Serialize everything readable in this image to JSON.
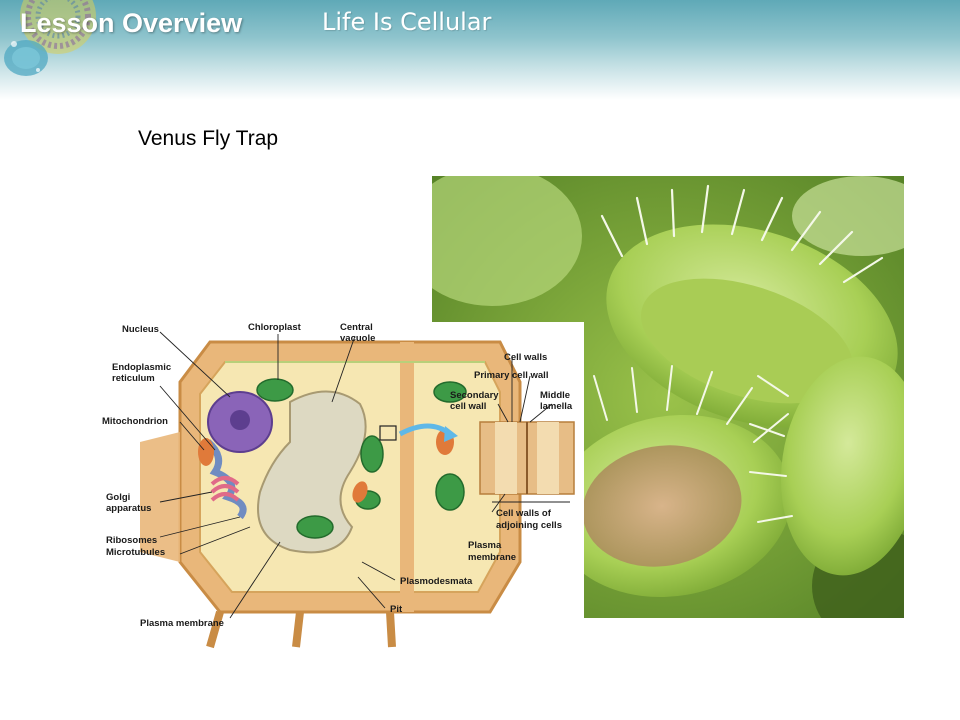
{
  "header": {
    "lesson_label": "Lesson Overview",
    "chapter_title": "Life Is Cellular",
    "accent_color": "#5fa9b7"
  },
  "slide": {
    "title": "Venus Fly Trap"
  },
  "photo": {
    "subject": "venus-fly-trap-photo"
  },
  "diagram": {
    "labels": {
      "nucleus": "Nucleus",
      "chloroplast": "Chloroplast",
      "central_vacuole_1": "Central",
      "central_vacuole_2": "vacuole",
      "er_1": "Endoplasmic",
      "er_2": "reticulum",
      "mitochondrion": "Mitochondrion",
      "golgi_1": "Golgi",
      "golgi_2": "apparatus",
      "ribosomes": "Ribosomes",
      "microtubules": "Microtubules",
      "plasma_membrane": "Plasma membrane",
      "cell_walls": "Cell walls",
      "primary_cell_wall": "Primary cell wall",
      "secondary_1": "Secondary",
      "secondary_2": "cell wall",
      "middle_1": "Middle",
      "middle_2": "lamella",
      "adjoining_1": "Cell walls of",
      "adjoining_2": "adjoining cells",
      "plasma_1": "Plasma",
      "plasma_2": "membrane",
      "plasmodesmata": "Plasmodesmata",
      "pit": "Pit"
    }
  }
}
